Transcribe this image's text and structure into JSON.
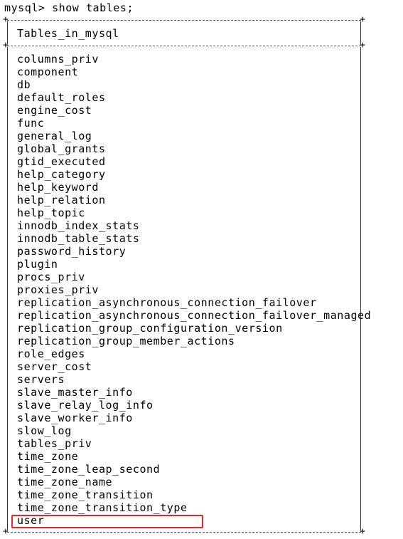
{
  "terminal": {
    "prompt": "mysql> show tables;",
    "column_header": "Tables_in_mysql",
    "rows": [
      "columns_priv",
      "component",
      "db",
      "default_roles",
      "engine_cost",
      "func",
      "general_log",
      "global_grants",
      "gtid_executed",
      "help_category",
      "help_keyword",
      "help_relation",
      "help_topic",
      "innodb_index_stats",
      "innodb_table_stats",
      "password_history",
      "plugin",
      "procs_priv",
      "proxies_priv",
      "replication_asynchronous_connection_failover",
      "replication_asynchronous_connection_failover_managed",
      "replication_group_configuration_version",
      "replication_group_member_actions",
      "role_edges",
      "server_cost",
      "servers",
      "slave_master_info",
      "slave_relay_log_info",
      "slave_worker_info",
      "slow_log",
      "tables_priv",
      "time_zone",
      "time_zone_leap_second",
      "time_zone_name",
      "time_zone_transition",
      "time_zone_transition_type",
      "user"
    ],
    "highlighted_row": "user"
  },
  "colors": {
    "highlight_border": "#e3262a",
    "text": "#000000",
    "background": "#ffffff"
  }
}
